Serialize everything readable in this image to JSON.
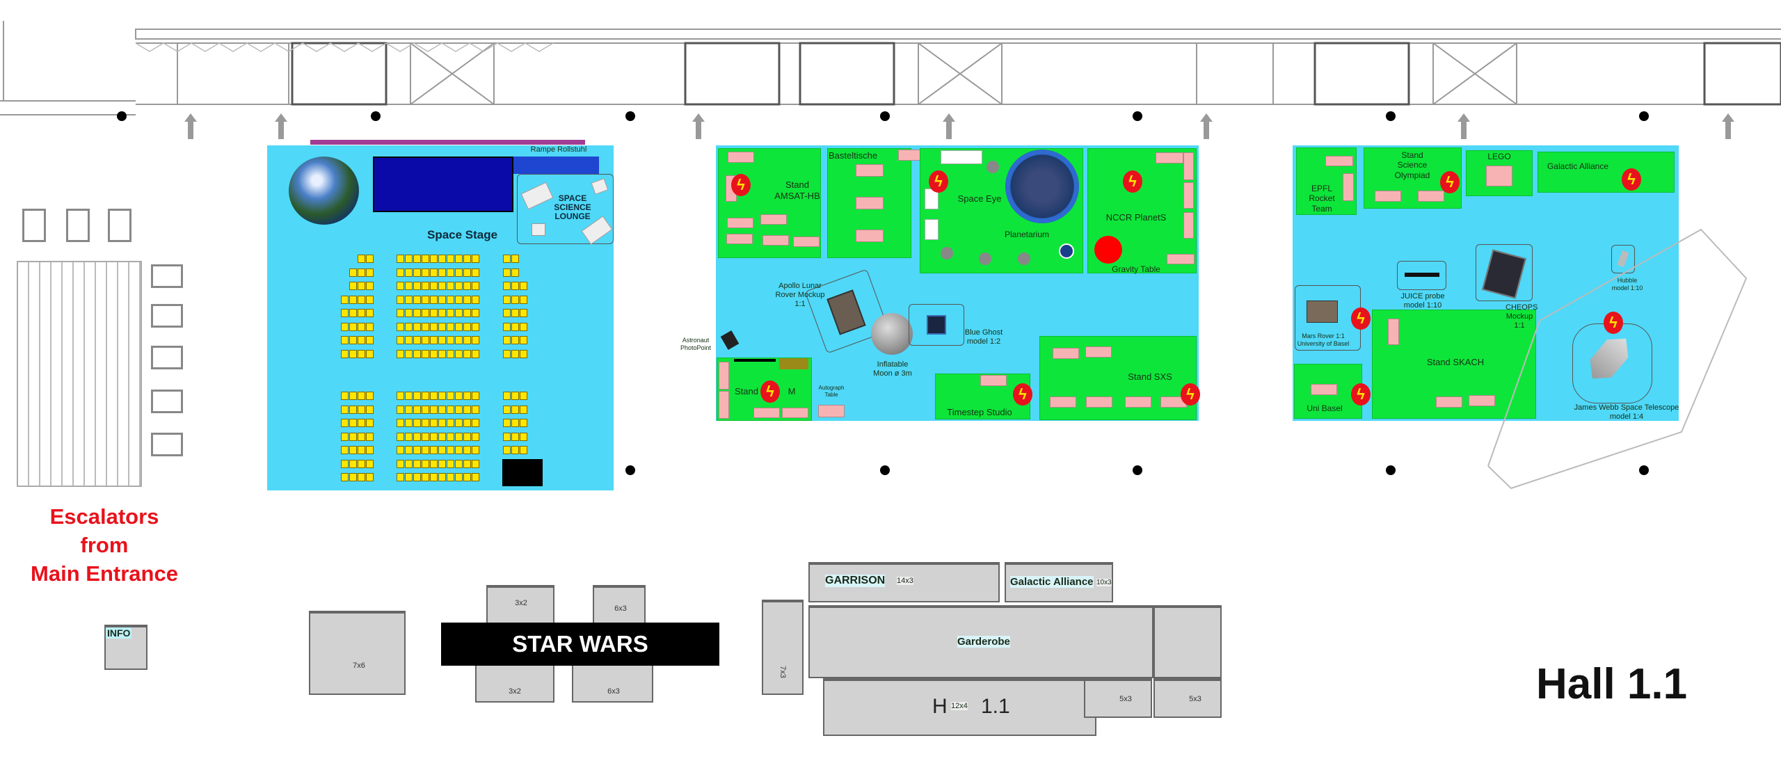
{
  "hall_title": "Hall 1.1",
  "escalators": {
    "line1": "Escalators",
    "line2": "from",
    "line3": "Main Entrance"
  },
  "info": "INFO",
  "star_wars": {
    "title": "STAR WARS",
    "sizes": [
      "7x6",
      "3x2",
      "6x3",
      "3x2",
      "6x3"
    ]
  },
  "lower_booths": {
    "garrison": "GARRISON",
    "garrison_size": "14x3",
    "galactic": "Galactic Alliance",
    "galactic_size": "10x3",
    "garderobe": "Garderobe",
    "left_size": "7x3",
    "bottom_size": "12x4",
    "small1": "5x3",
    "small2": "5x3",
    "overlay_text": "H",
    "overlay_text2": "1.1"
  },
  "stage_area": {
    "ramp": "Rampe Rollstuhl",
    "lounge": "SPACE SCIENCE LOUNGE",
    "stage": "Space Stage"
  },
  "middle_area": {
    "amsat": "Stand AMSAT-HB",
    "bastel": "Basteltische",
    "space_eye": "Space Eye",
    "planetarium": "Planetarium",
    "nccr": "NCCR PlanetS",
    "gravity": "Gravity Table",
    "apollo": "Apollo Lunar Rover Mockup 1:1",
    "blue_ghost": "Blue Ghost model 1:2",
    "moon": "Inflatable Moon ø 3m",
    "photopoint": "Astronaut PhotoPoint",
    "stand_m_a": "Stand",
    "stand_m_b": "M",
    "autograph": "Autograph Table",
    "timestep": "Timestep Studio",
    "sxs": "Stand SXS"
  },
  "right_area": {
    "epfl": "EPFL Rocket Team",
    "olympiad": "Stand Science Olympiad",
    "lego": "LEGO",
    "galactic": "Galactic Alliance",
    "mars": "Mars Rover 1:1 University of Basel",
    "juice": "JUICE probe model 1:10",
    "cheops": "CHEOPS Mockup 1:1",
    "hubble": "Hubble model 1:10",
    "skach": "Stand SKACH",
    "unibasel": "Uni Basel",
    "jwst": "James Webb Space Telescope model 1:4"
  },
  "colors": {
    "area": "#4fd8f8",
    "stand": "#0ee53a",
    "table": "#f7b3b3",
    "power": "#e8121c",
    "escalator_text": "#e8121c"
  }
}
